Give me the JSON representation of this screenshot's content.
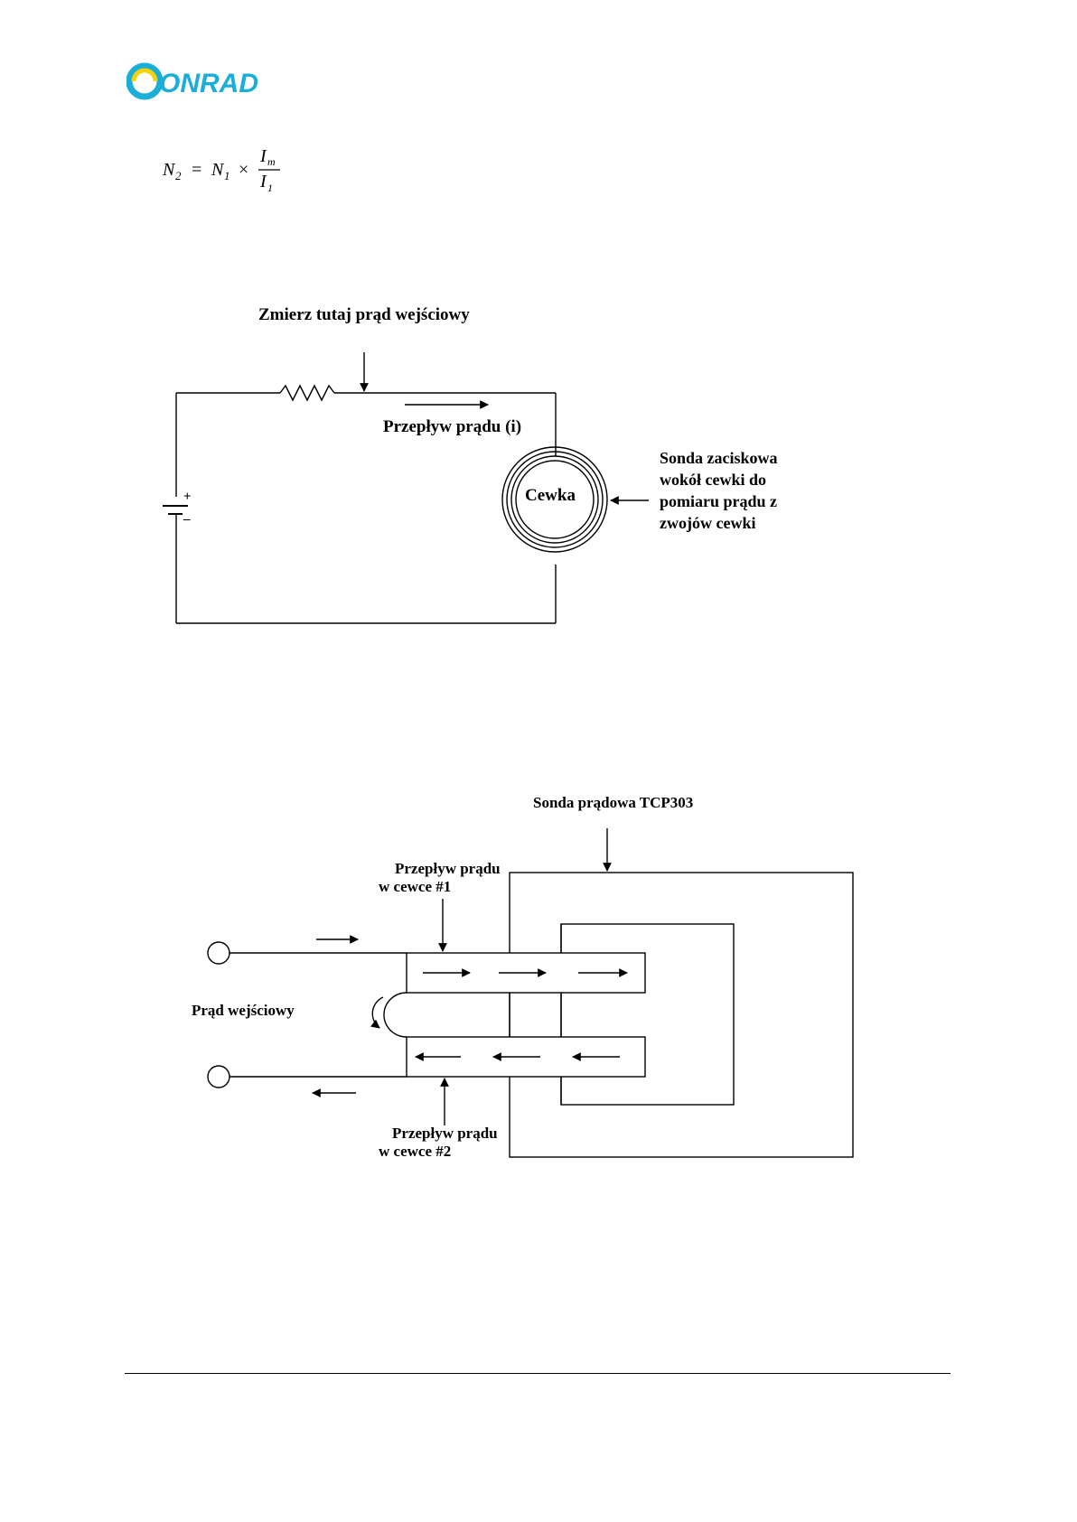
{
  "brand": {
    "name": "CONRAD",
    "colors": {
      "yellow": "#f5d20a",
      "blue": "#1aaed8"
    }
  },
  "formula": {
    "lhs": "N",
    "lhs_sub": "2",
    "eq": "=",
    "n": "N",
    "n_sub": "1",
    "times": "×",
    "num": "I",
    "num_sub": "m",
    "den": "I",
    "den_sub": "1"
  },
  "diagram1": {
    "top_label": "Zmierz tutaj prąd wejściowy",
    "flow_label": "Przepływ prądu (i)",
    "coil_label": "Cewka",
    "plus": "+",
    "minus": "–",
    "probe_label": [
      "Sonda zaciskowa",
      "wokół cewki do",
      "pomiaru prądu z",
      "zwojów cewki"
    ]
  },
  "diagram2": {
    "probe_label": "Sonda prądowa TCP303",
    "flow1_label": [
      "Przepływ prądu",
      "w cewce #1"
    ],
    "input_label": "Prąd wejściowy",
    "flow2_label": [
      "Przepływ prądu",
      "w cewce #2"
    ]
  }
}
